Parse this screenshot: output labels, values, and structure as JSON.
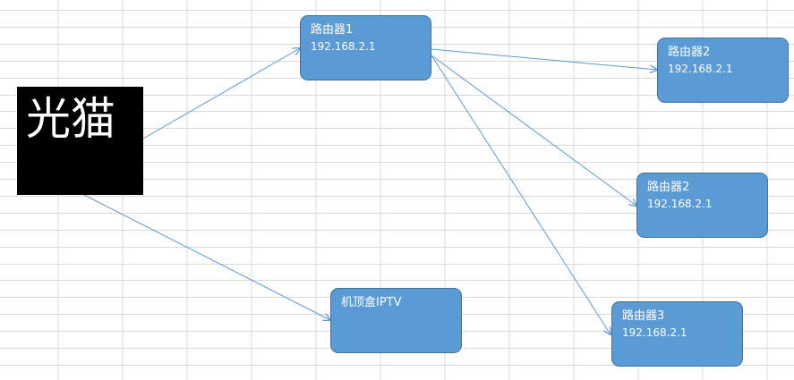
{
  "modem": {
    "label": "光猫"
  },
  "router1": {
    "name": "路由器1",
    "ip": "192.168.2.1"
  },
  "router2a": {
    "name": "路由器2",
    "ip": "192.168.2.1"
  },
  "router2b": {
    "name": "路由器2",
    "ip": "192.168.2.1"
  },
  "router3": {
    "name": "路由器3",
    "ip": "192.168.2.1"
  },
  "iptv": {
    "name": "机顶盒IPTV"
  },
  "colors": {
    "node_fill": "#5b9bd5",
    "node_border": "#41719c",
    "arrow": "#5b9bd5",
    "grid": "#d9d9d9",
    "modem_fill": "#000000"
  }
}
